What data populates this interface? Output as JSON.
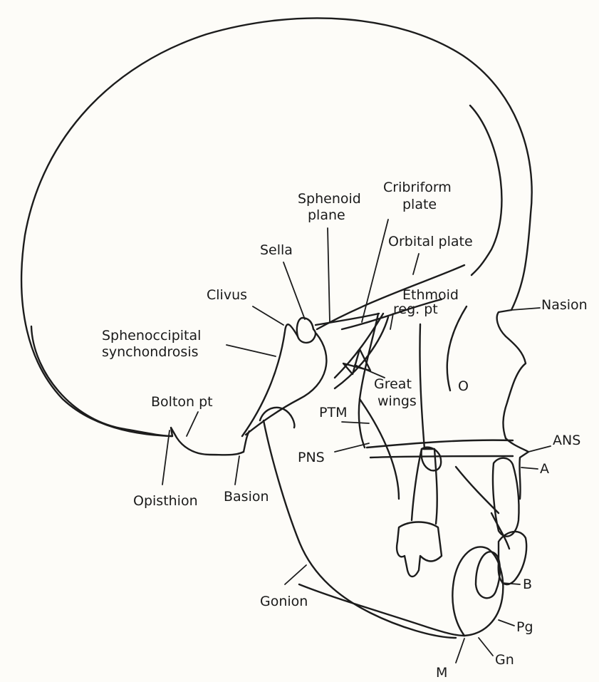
{
  "labels": {
    "sphenoid_plane": [
      "Sphenoid",
      "plane"
    ],
    "cribriform_plate": [
      "Cribriform",
      "plate"
    ],
    "orbital_plate": "Orbital plate",
    "sella": "Sella",
    "clivus": "Clivus",
    "ethmoid_reg_pt": [
      "Ethmoid",
      "reg. pt"
    ],
    "nasion": "Nasion",
    "sphenoccipital_synchondrosis": [
      "Sphenoccipital",
      "synchondrosis"
    ],
    "great_wings": [
      "Great",
      "wings"
    ],
    "orbit": "O",
    "bolton_pt": "Bolton pt",
    "ptm": "PTM",
    "ans": "ANS",
    "pns": "PNS",
    "a_point": "A",
    "opisthion": "Opisthion",
    "basion": "Basion",
    "b_point": "B",
    "gonion": "Gonion",
    "pogonion": "Pg",
    "gnathion": "Gn",
    "menton": "M"
  }
}
